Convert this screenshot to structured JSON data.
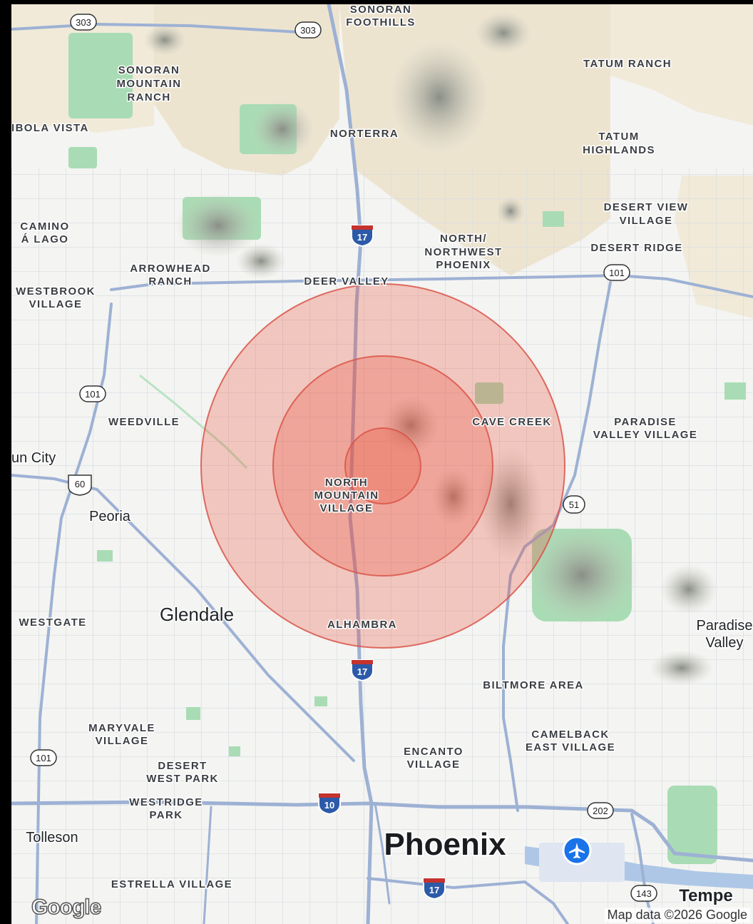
{
  "labels": {
    "sonoran_foothills": [
      "SONORAN",
      "FOOTHILLS"
    ],
    "tatum_ranch": "TATUM RANCH",
    "sonoran_mountain_ranch": [
      "SONORAN",
      "MOUNTAIN",
      "RANCH"
    ],
    "cibola_vista": "IBOLA VISTA",
    "norterra": "NORTERRA",
    "tatum_highlands": [
      "TATUM",
      "HIGHLANDS"
    ],
    "camino_a_lago": [
      "CAMINO",
      "Á LAGO"
    ],
    "desert_view_village": [
      "DESERT VIEW",
      "VILLAGE"
    ],
    "north_northwest_phoenix": [
      "NORTH/",
      "NORTHWEST",
      "PHOENIX"
    ],
    "desert_ridge": "DESERT RIDGE",
    "arrowhead_ranch": [
      "ARROWHEAD",
      "RANCH"
    ],
    "deer_valley": "DEER VALLEY",
    "westbrook_village": [
      "WESTBROOK",
      "VILLAGE"
    ],
    "weedville": "WEEDVILLE",
    "cave_creek": "CAVE CREEK",
    "paradise_valley_village": [
      "PARADISE",
      "VALLEY VILLAGE"
    ],
    "sun_city": "un City",
    "north_mountain_village": [
      "NORTH",
      "MOUNTAIN",
      "VILLAGE"
    ],
    "peoria": "Peoria",
    "westgate": "WESTGATE",
    "glendale": "Glendale",
    "alhambra": "ALHAMBRA",
    "paradise_valley": [
      "Paradise",
      "Valley"
    ],
    "biltmore_area": "BILTMORE AREA",
    "maryvale_village": [
      "MARYVALE",
      "VILLAGE"
    ],
    "camelback_east_village": [
      "CAMELBACK",
      "EAST VILLAGE"
    ],
    "encanto_village": [
      "ENCANTO",
      "VILLAGE"
    ],
    "desert_west_park": [
      "DESERT",
      "WEST PARK"
    ],
    "westridge_park": [
      "WESTRIDGE",
      "PARK"
    ],
    "tolleson": "Tolleson",
    "phoenix": "Phoenix",
    "estrella_village": "ESTRELLA VILLAGE",
    "tempe": "Tempe"
  },
  "shields": {
    "sr303_a": "303",
    "sr303_b": "303",
    "i17_north": "17",
    "i17_mid": "17",
    "i17_south": "17",
    "lp101_ne": "101",
    "lp101_w": "101",
    "lp101_sw": "101",
    "us60": "60",
    "sr51": "51",
    "i10": "10",
    "lp202": "202",
    "sr143": "143"
  },
  "radius_rings": {
    "count": 3,
    "fill_color": "#e8503a",
    "stroke_color": "#d9534a"
  },
  "colors": {
    "background": "#f4f4f2",
    "desert": "#ece3cf",
    "park": "#a8ddb5",
    "road_major": "#9fb3d6",
    "street": "#d2d7df"
  },
  "icons": {
    "airport": "airplane-icon"
  },
  "branding": {
    "logo": "Google",
    "attribution": "Map data ©2026 Google"
  }
}
